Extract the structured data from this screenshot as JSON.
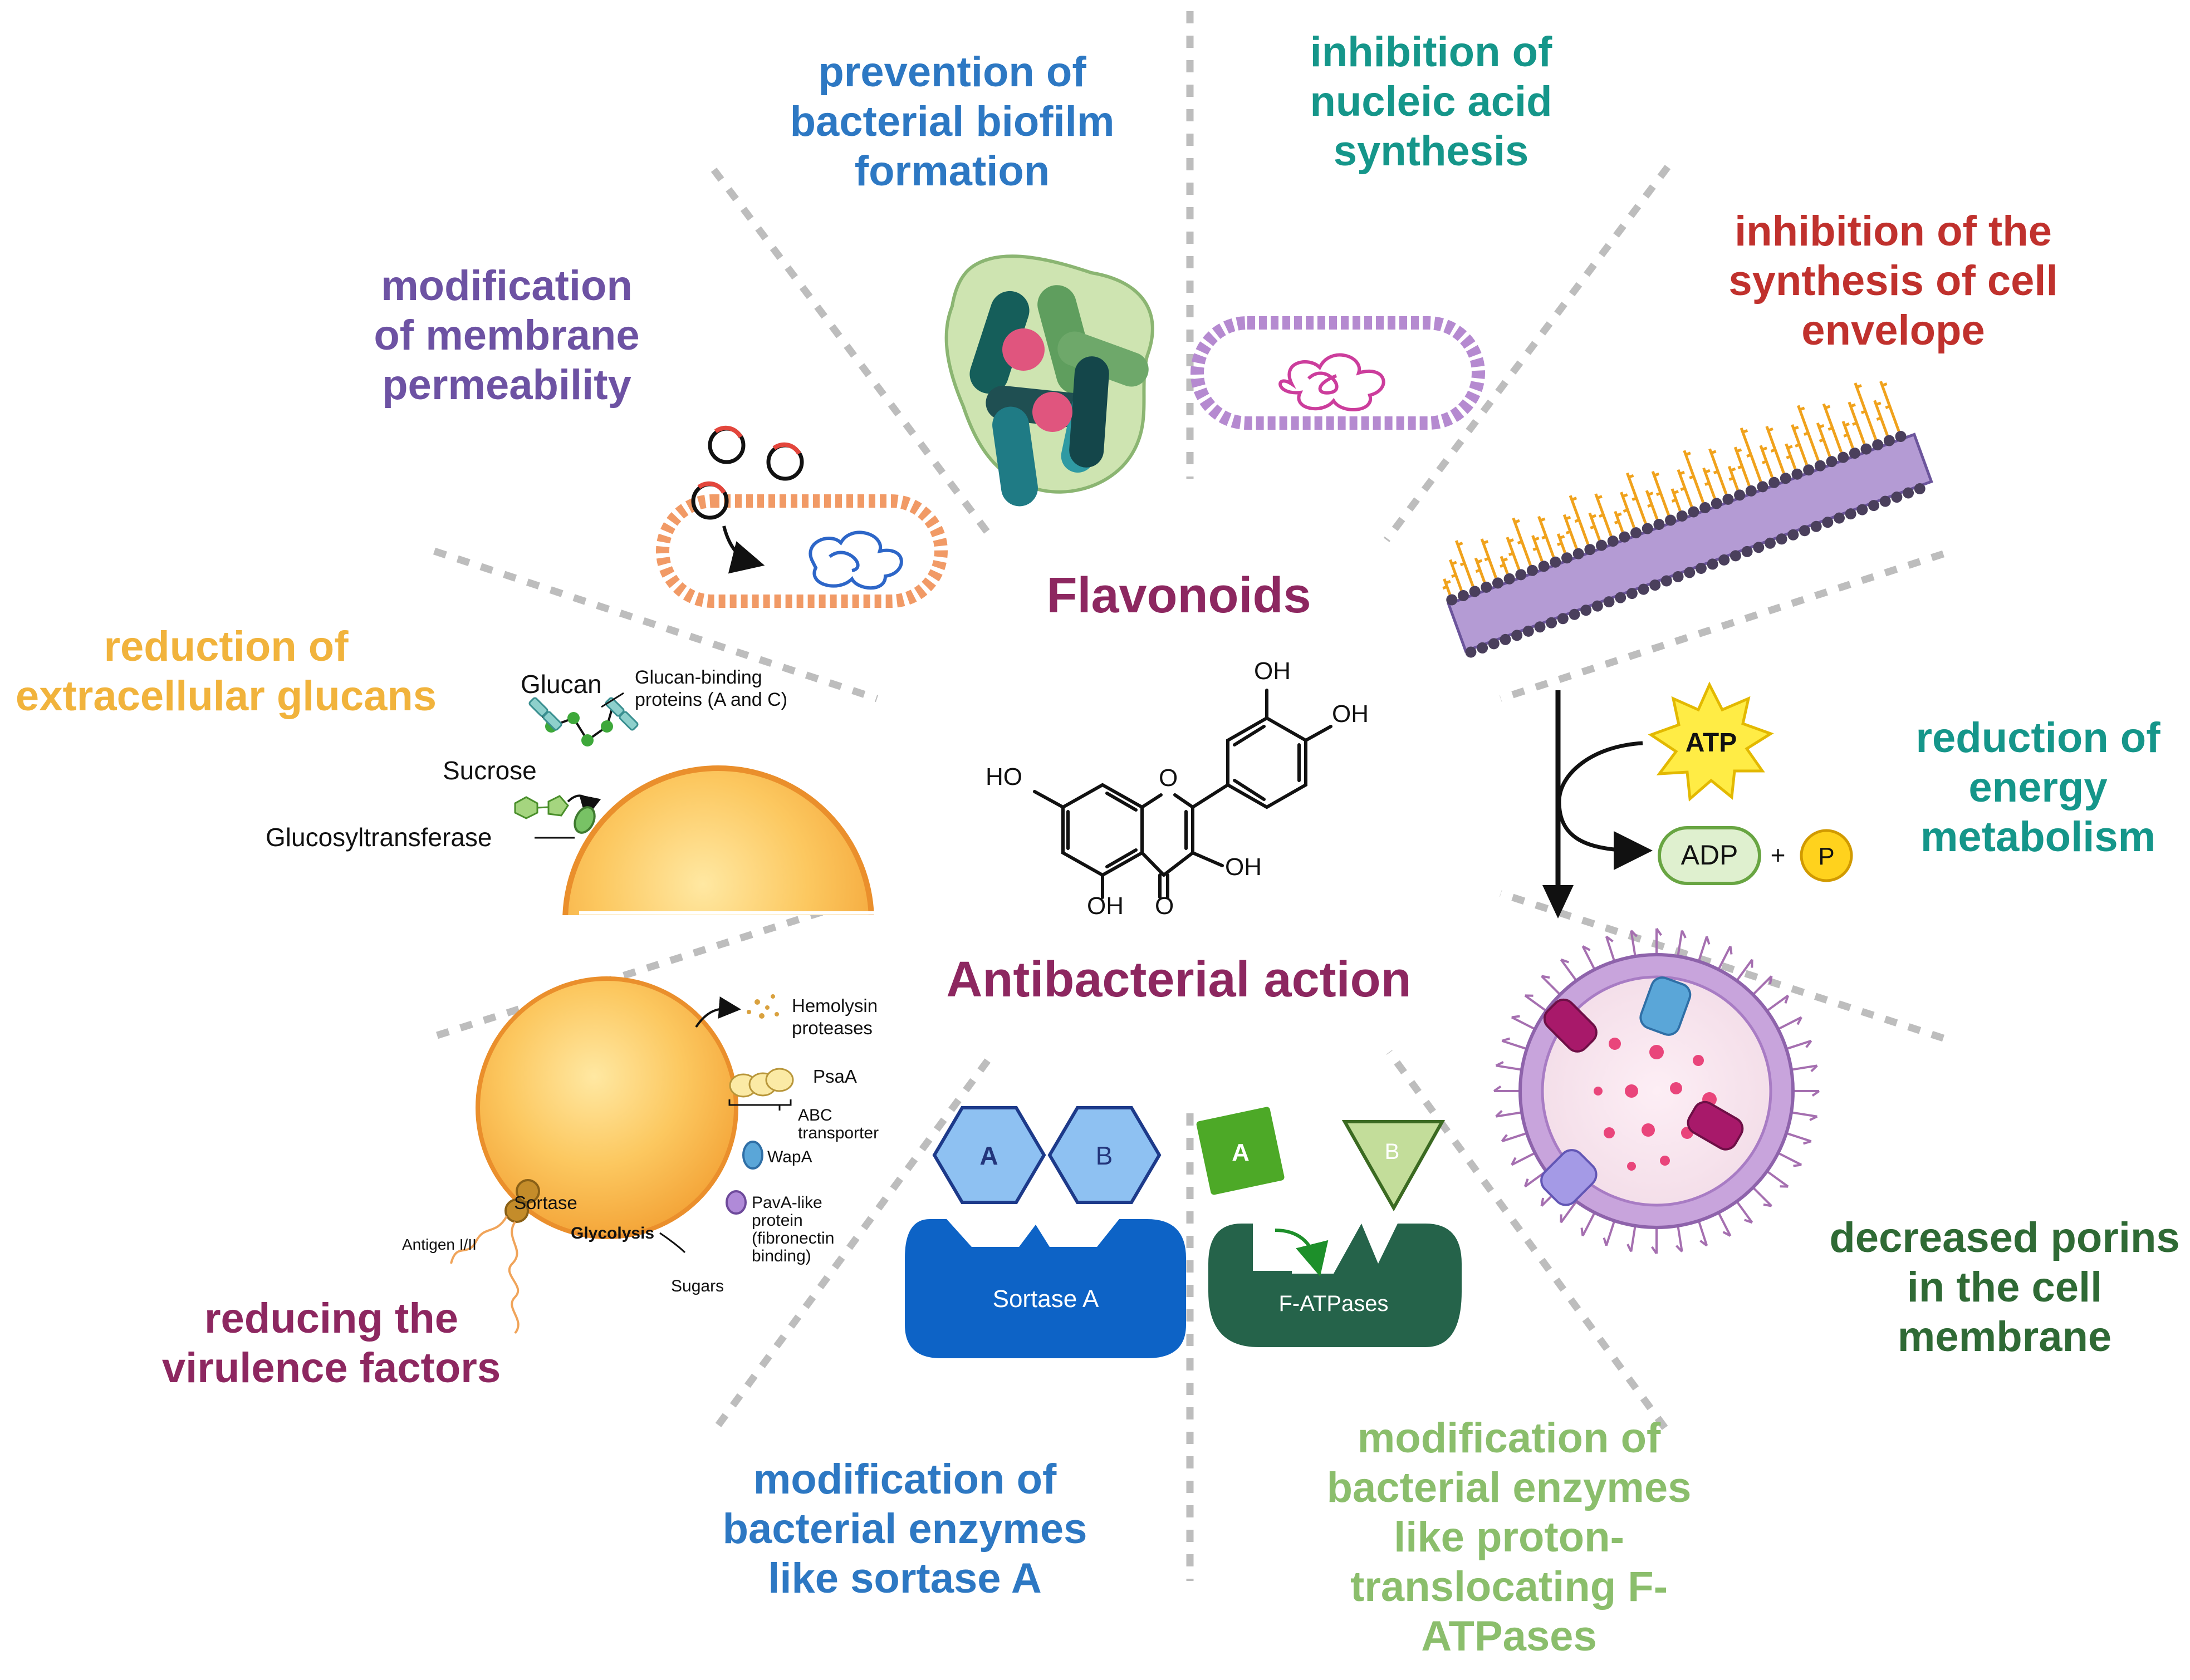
{
  "title_top": "Flavonoids",
  "title_bottom": "Antibacterial action",
  "colors": {
    "blue": "#2d78c3",
    "teal": "#15968a",
    "red": "#c0312d",
    "purple": "#6d52a3",
    "orange": "#f1b33c",
    "magenta": "#8d2760",
    "dark_green": "#2f6a35",
    "light_green": "#8bbe6c",
    "title": "#8d2760"
  },
  "mechanisms": {
    "biofilm": [
      "prevention of",
      "bacterial biofilm",
      "formation"
    ],
    "nucleic": [
      "inhibition of",
      "nucleic acid",
      "synthesis"
    ],
    "envelope": [
      "inhibition of the",
      "synthesis of cell",
      "envelope"
    ],
    "membrane": [
      "modification",
      "of membrane",
      "permeability"
    ],
    "glucans": [
      "reduction of",
      "extracellular glucans"
    ],
    "energy": [
      "reduction of",
      "energy",
      "metabolism"
    ],
    "virulence": [
      "reducing the",
      "virulence factors"
    ],
    "porins": [
      "decreased porins",
      "in the cell",
      "membrane"
    ],
    "sortase": [
      "modification of",
      "bacterial enzymes",
      "like sortase A"
    ],
    "fatpase": [
      "modification of",
      "bacterial enzymes",
      "like proton-",
      "translocating F-",
      "ATPases"
    ]
  },
  "molecule": {
    "oh_top": "OH",
    "oh_right": "OH",
    "ho_left": "HO",
    "oh_ring": "OH",
    "oh_bottom": "OH",
    "o_ring": "O",
    "o_keto": "O"
  },
  "glucan_panel": {
    "glucan": "Glucan",
    "binding_proteins": [
      "Glucan-binding",
      "proteins (A and C)"
    ],
    "sucrose": "Sucrose",
    "glucosyltransferase": "Glucosyltransferase"
  },
  "energy_panel": {
    "atp": "ATP",
    "adp": "ADP",
    "plus": "+",
    "p": "P"
  },
  "virulence_panel": {
    "hemolysin": [
      "Hemolysin",
      "proteases"
    ],
    "psaa": "PsaA",
    "abc": [
      "ABC",
      "transporter"
    ],
    "wapa": "WapA",
    "pava": [
      "PavA-like",
      "protein",
      "(fibronectin",
      "binding)"
    ],
    "sortase": "Sortase",
    "glycolysis": "Glycolysis",
    "antigen": "Antigen I/II",
    "sugars": "Sugars"
  },
  "sortase_panel": {
    "a": "A",
    "b": "B",
    "enzyme": "Sortase A"
  },
  "fatpase_panel": {
    "a": "A",
    "b": "B",
    "enzyme": "F-ATPases"
  }
}
